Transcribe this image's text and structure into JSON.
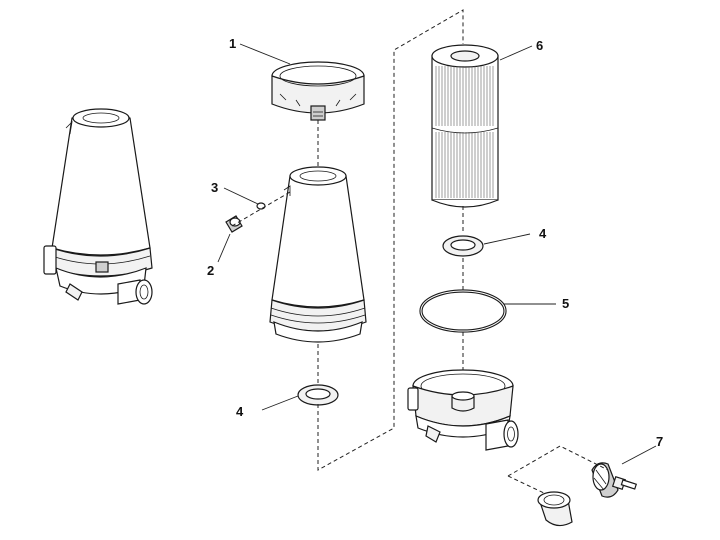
{
  "callouts": [
    {
      "id": "1",
      "label": "1"
    },
    {
      "id": "2",
      "label": "2"
    },
    {
      "id": "3",
      "label": "3"
    },
    {
      "id": "4a",
      "label": "4"
    },
    {
      "id": "4b",
      "label": "4"
    },
    {
      "id": "5",
      "label": "5"
    },
    {
      "id": "6",
      "label": "6"
    },
    {
      "id": "7",
      "label": "7"
    }
  ],
  "colors": {
    "line": "#1a1a1a",
    "fill": "#ffffff",
    "shade": "#cfcfcf"
  }
}
